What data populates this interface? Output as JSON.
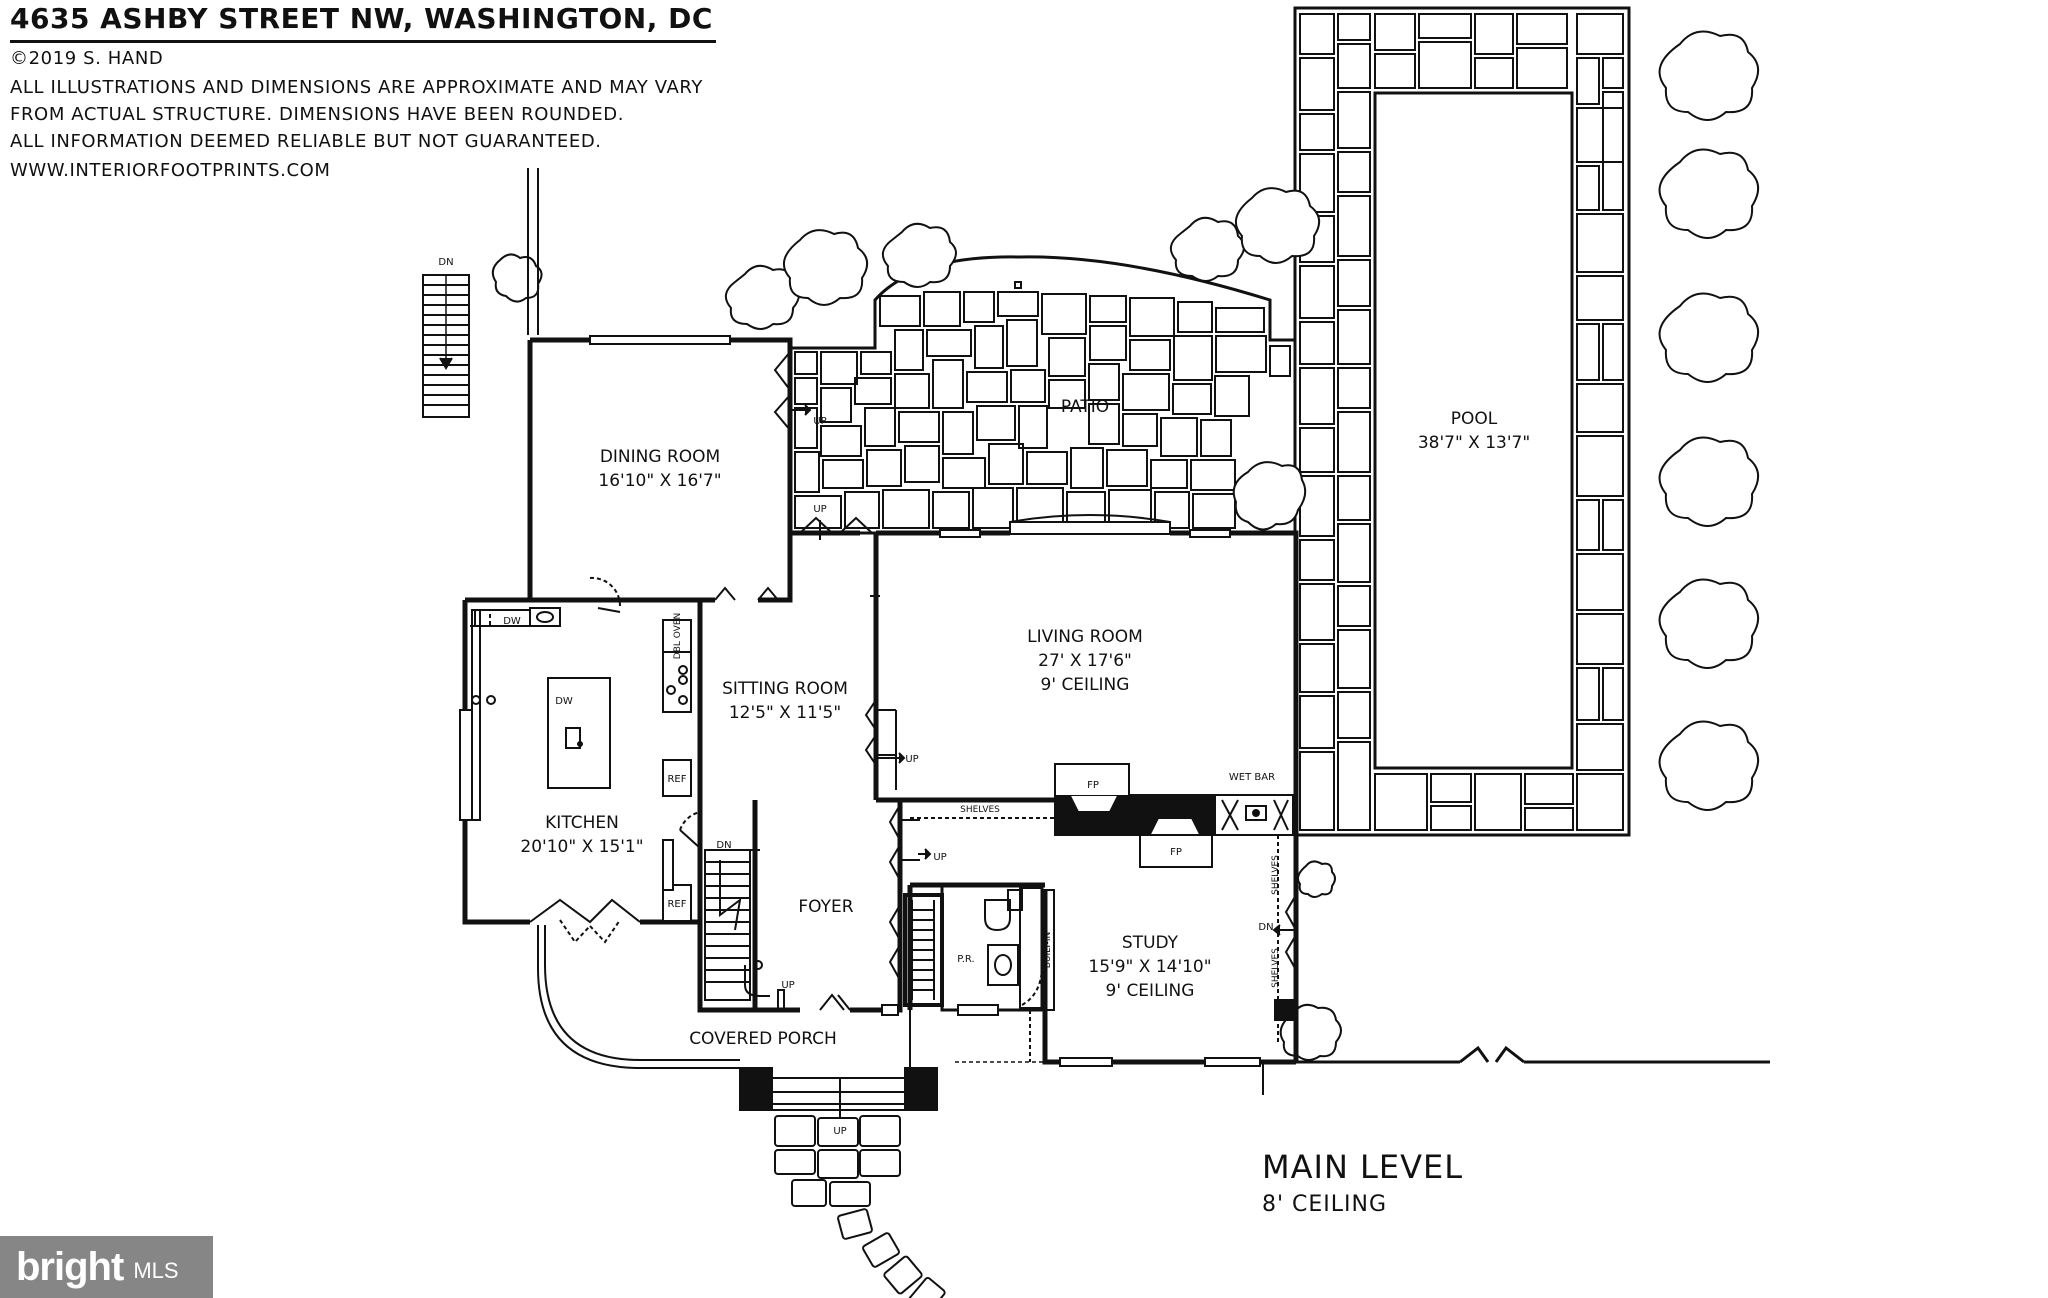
{
  "header": {
    "title": "4635 ASHBY STREET NW, WASHINGTON, DC",
    "copyright": "©2019 S. HAND",
    "disclaimer_1": "ALL ILLUSTRATIONS AND DIMENSIONS ARE APPROXIMATE AND MAY VARY",
    "disclaimer_2": "FROM ACTUAL STRUCTURE. DIMENSIONS HAVE BEEN ROUNDED.",
    "disclaimer_3": "ALL INFORMATION DEEMED RELIABLE BUT NOT GUARANTEED.",
    "website": "WWW.INTERIORFOOTPRINTS.COM"
  },
  "rooms": {
    "dining": {
      "name": "DINING ROOM",
      "dims": "16'10\" X 16'7\""
    },
    "patio": {
      "name": "PATIO"
    },
    "pool": {
      "name": "POOL",
      "dims": "38'7\" X 13'7\""
    },
    "living": {
      "name": "LIVING ROOM",
      "dims": "27' X 17'6\"",
      "ceiling": "9' CEILING"
    },
    "sitting": {
      "name": "SITTING ROOM",
      "dims": "12'5\" X 11'5\""
    },
    "kitchen": {
      "name": "KITCHEN",
      "dims": "20'10\" X 15'1\""
    },
    "foyer": {
      "name": "FOYER"
    },
    "study": {
      "name": "STUDY",
      "dims": "15'9\" X 14'10\"",
      "ceiling": "9' CEILING"
    },
    "porch": {
      "name": "COVERED PORCH"
    }
  },
  "fixtures": {
    "up": "UP",
    "dn": "DN",
    "dw": "DW",
    "dbl_oven": "DBL OVEN",
    "ref": "REF",
    "fp": "FP",
    "wet_bar": "WET BAR",
    "shelves": "SHELVES",
    "pr": "P.R.",
    "built_in": "BUILT-IN"
  },
  "level": {
    "name": "MAIN LEVEL",
    "ceiling": "8' CEILING"
  },
  "watermark": {
    "brand": "bright",
    "suffix": "MLS"
  }
}
